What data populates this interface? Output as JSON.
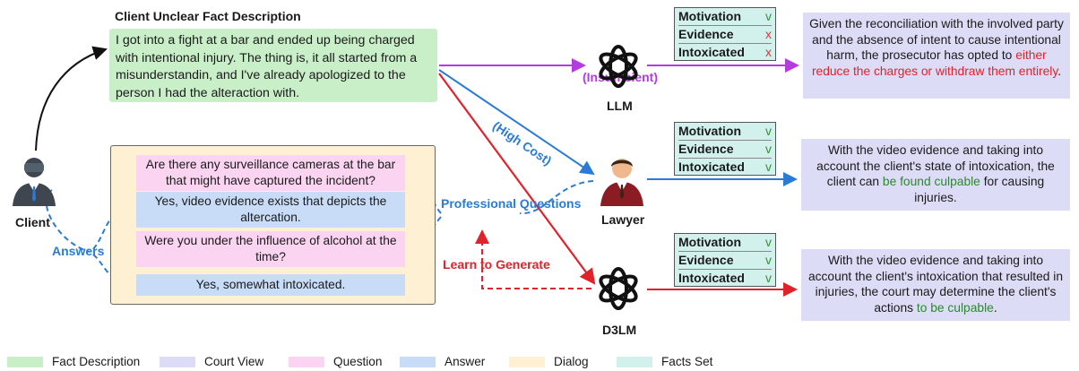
{
  "fact_title": "Client Unclear Fact Description",
  "fact_text": "I got into a fight at a bar and ended up being charged with intentional injury. The thing is, it all started from a misunderstandin, and I've already apologized to the person I had the alteraction with.",
  "client_label": "Client",
  "answers_label": "Answers",
  "dialog": [
    {
      "kind": "question",
      "text": "Are there any surveillance cameras at the bar that might have captured the incident?"
    },
    {
      "kind": "answer",
      "text": "Yes, video evidence exists that depicts the altercation."
    },
    {
      "kind": "question",
      "text": "Were you under the influence of alcohol at the time?"
    },
    {
      "kind": "answer",
      "text": "Yes, somewhat intoxicated."
    }
  ],
  "professional_questions_label": "Professional Questions",
  "learn_to_generate_label": "Learn to Generate",
  "high_cost_label": "(High Cost)",
  "insufficient_label": "(Insufficient)",
  "agents": {
    "llm": "LLM",
    "lawyer": "Lawyer",
    "d3lm": "D3LM"
  },
  "facts_sets": [
    [
      {
        "name": "Motivation",
        "mark": "v"
      },
      {
        "name": "Evidence",
        "mark": "x"
      },
      {
        "name": "Intoxicated",
        "mark": "x"
      }
    ],
    [
      {
        "name": "Motivation",
        "mark": "v"
      },
      {
        "name": "Evidence",
        "mark": "v"
      },
      {
        "name": "Intoxicated",
        "mark": "v"
      }
    ],
    [
      {
        "name": "Motivation",
        "mark": "v"
      },
      {
        "name": "Evidence",
        "mark": "v"
      },
      {
        "name": "Intoxicated",
        "mark": "v"
      }
    ]
  ],
  "views": {
    "llm": {
      "pre": "Given the reconciliation with the involved party and the absence of intent to cause intentional harm, the prosecutor has opted to ",
      "hl": "either reduce the charges or withdraw them entirely",
      "post": "."
    },
    "lawyer": {
      "pre": "With the video evidence and taking into account the client's state of intoxication, the client can ",
      "hl": "be found culpable",
      "post": " for causing injuries."
    },
    "d3lm": {
      "pre": "With the video evidence and taking into account the client's intoxication that resulted in injuries, the court may determine the client's actions ",
      "hl": "to be culpable",
      "post": "."
    }
  },
  "legend": [
    {
      "label": "Fact Description",
      "color": "#c9efc9"
    },
    {
      "label": "Court View",
      "color": "#dcdcf7"
    },
    {
      "label": "Question",
      "color": "#fbd4f1"
    },
    {
      "label": "Answer",
      "color": "#c8dcf7"
    },
    {
      "label": "Dialog",
      "color": "#fdf0d3"
    },
    {
      "label": "Facts Set",
      "color": "#d2f1ec"
    }
  ],
  "colors": {
    "purple": "#b43be0",
    "blue": "#2b7bd6",
    "red": "#e0232b",
    "black": "#111111"
  }
}
